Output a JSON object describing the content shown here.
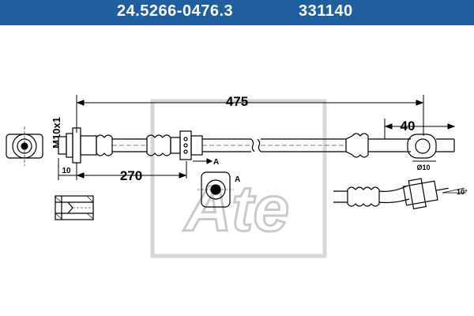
{
  "header": {
    "part_number": "24.5266-0476.3",
    "ref_number": "331140",
    "background_color": "#1f5fa0",
    "text_color": "#ffffff"
  },
  "drawing": {
    "thread_label": "M10x1",
    "length_total": "475",
    "length_end": "40",
    "length_mid": "270",
    "length_small": "10",
    "section_marker": "A",
    "hole_diameter": "Ø10",
    "bend_angle": "10°",
    "watermark": "Ate"
  }
}
